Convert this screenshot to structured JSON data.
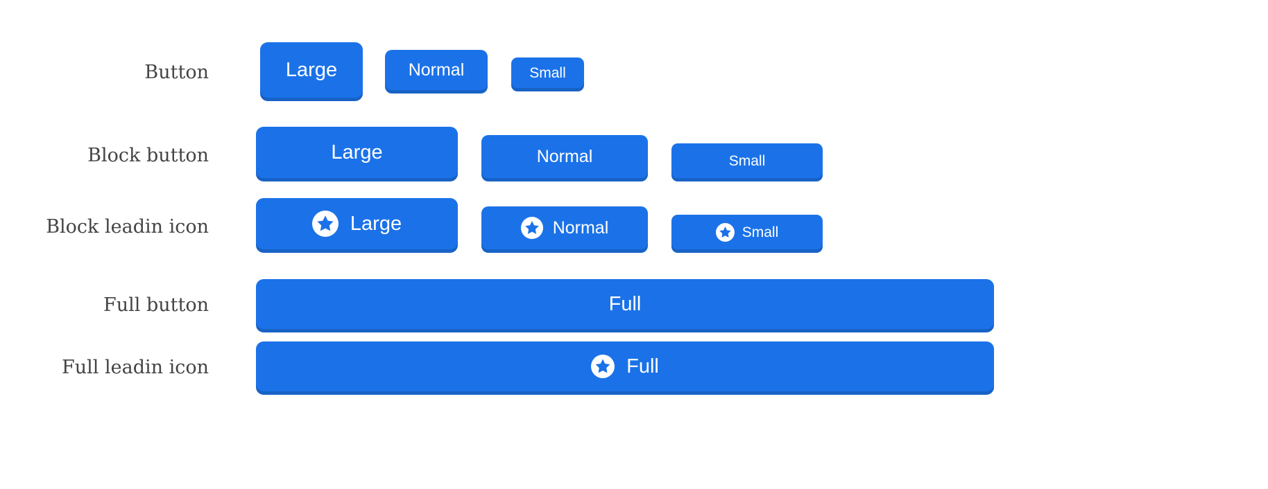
{
  "theme": {
    "background": "#ffffff",
    "button_fill": "#1b72e8",
    "button_shadow": "#1862c6",
    "button_text": "#ffffff",
    "label_text": "#444444",
    "icon_circle": "#ffffff",
    "icon_star": "#1b72e8"
  },
  "rows": [
    {
      "key": "button",
      "label": "Button",
      "buttons": [
        {
          "size": "large",
          "label": "Large",
          "icon": null
        },
        {
          "size": "normal",
          "label": "Normal",
          "icon": null
        },
        {
          "size": "small",
          "label": "Small",
          "icon": null
        }
      ]
    },
    {
      "key": "block_button",
      "label": "Block button",
      "buttons": [
        {
          "size": "large",
          "label": "Large",
          "icon": null
        },
        {
          "size": "normal",
          "label": "Normal",
          "icon": null
        },
        {
          "size": "small",
          "label": "Small",
          "icon": null
        }
      ]
    },
    {
      "key": "block_leadin_icon",
      "label": "Block leadin icon",
      "buttons": [
        {
          "size": "large",
          "label": "Large",
          "icon": "star-icon"
        },
        {
          "size": "normal",
          "label": "Normal",
          "icon": "star-icon"
        },
        {
          "size": "small",
          "label": "Small",
          "icon": "star-icon"
        }
      ]
    },
    {
      "key": "full_button",
      "label": "Full button",
      "buttons": [
        {
          "size": "full",
          "label": "Full",
          "icon": null
        }
      ]
    },
    {
      "key": "full_leadin_icon",
      "label": "Full leadin icon",
      "buttons": [
        {
          "size": "full",
          "label": "Full",
          "icon": "star-icon"
        }
      ]
    }
  ]
}
